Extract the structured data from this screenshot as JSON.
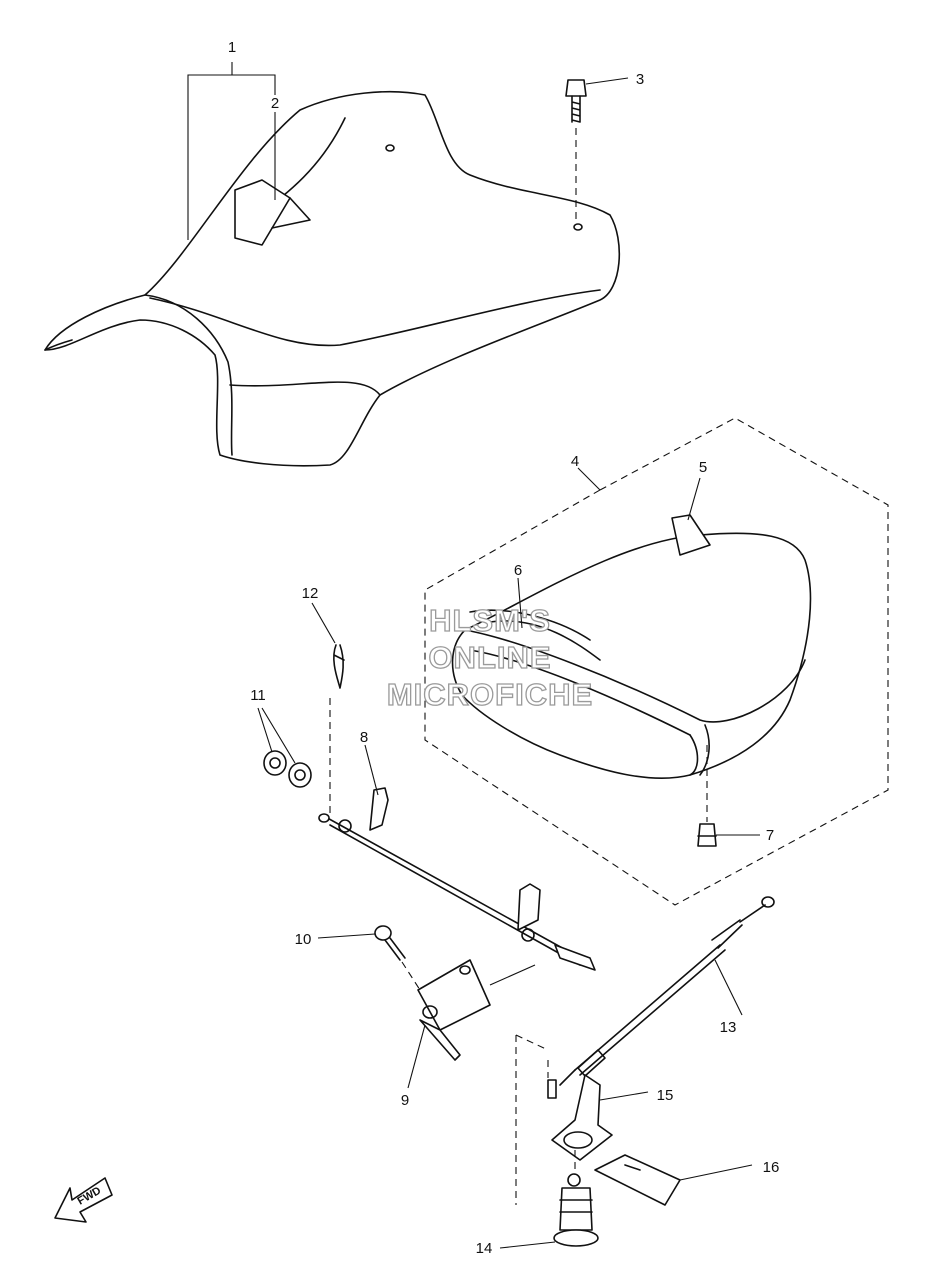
{
  "callouts": {
    "c1": "1",
    "c2": "2",
    "c3": "3",
    "c4": "4",
    "c5": "5",
    "c6": "6",
    "c7": "7",
    "c8": "8",
    "c9": "9",
    "c10": "10",
    "c11": "11",
    "c12": "12",
    "c13": "13",
    "c14": "14",
    "c15": "15",
    "c16": "16"
  },
  "watermark": {
    "line1": "HLSM'S",
    "line2": "ONLINE",
    "line3": "MICROFICHE"
  },
  "fwd_label": "FWD"
}
